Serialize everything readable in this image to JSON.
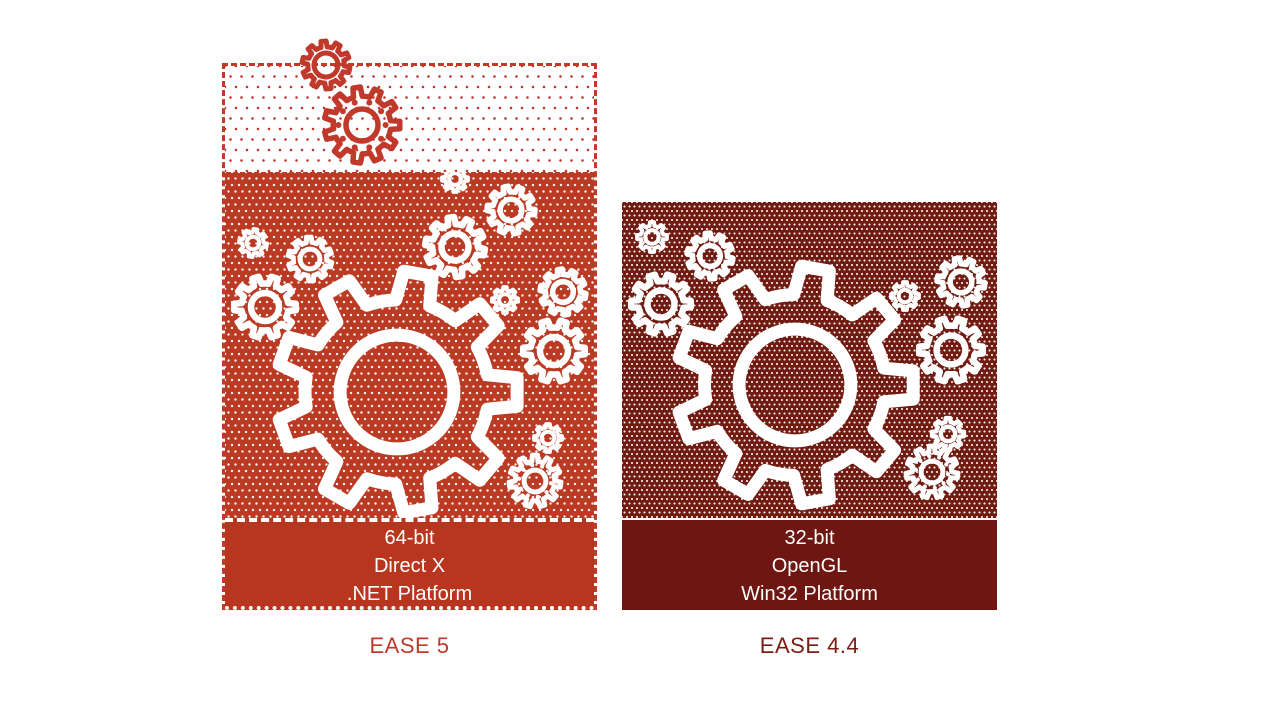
{
  "ease5": {
    "caption": "EASE 5",
    "label_lines": [
      "64-bit",
      "Direct X",
      ".NET Platform"
    ],
    "colors": {
      "border_dash": "#c23a27",
      "capacity_fill": "#bb3a23",
      "label_fill": "#b83620",
      "caption_text": "#c0392b",
      "gear_outline": "#ffffff",
      "headroom_dots": "#c0392b"
    }
  },
  "ease44": {
    "caption": "EASE 4.4",
    "label_lines": [
      "32-bit",
      "OpenGL",
      "Win32 Platform"
    ],
    "colors": {
      "capacity_fill": "#701c12",
      "label_fill": "#6e1612",
      "caption_text": "#7b1d12",
      "gear_outline": "#ffffff"
    }
  },
  "icons": {
    "gear": "gear-icon"
  },
  "page_background": "#ffffff"
}
